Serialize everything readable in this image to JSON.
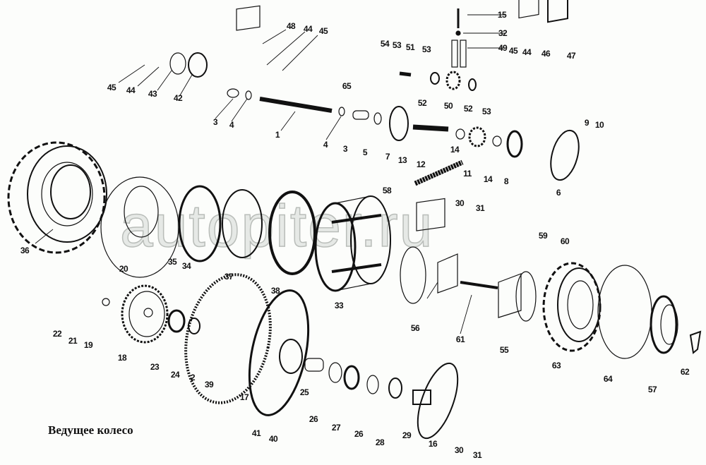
{
  "caption": "Ведущее колесо",
  "watermark": "autopiter.ru",
  "callouts": [
    {
      "id": "c15",
      "text": "15"
    },
    {
      "id": "c32",
      "text": "32"
    },
    {
      "id": "c49",
      "text": "49"
    },
    {
      "id": "c48",
      "text": "48"
    },
    {
      "id": "c44a",
      "text": "44"
    },
    {
      "id": "c45a",
      "text": "45"
    },
    {
      "id": "c54",
      "text": "54"
    },
    {
      "id": "c53a",
      "text": "53"
    },
    {
      "id": "c51",
      "text": "51"
    },
    {
      "id": "c53b",
      "text": "53"
    },
    {
      "id": "c45b",
      "text": "45"
    },
    {
      "id": "c44b",
      "text": "44"
    },
    {
      "id": "c46",
      "text": "46"
    },
    {
      "id": "c47",
      "text": "47"
    },
    {
      "id": "c45c",
      "text": "45"
    },
    {
      "id": "c44c",
      "text": "44"
    },
    {
      "id": "c43",
      "text": "43"
    },
    {
      "id": "c42",
      "text": "42"
    },
    {
      "id": "c65",
      "text": "65"
    },
    {
      "id": "c52a",
      "text": "52"
    },
    {
      "id": "c50",
      "text": "50"
    },
    {
      "id": "c52b",
      "text": "52"
    },
    {
      "id": "c53c",
      "text": "53"
    },
    {
      "id": "c3a",
      "text": "3"
    },
    {
      "id": "c4a",
      "text": "4"
    },
    {
      "id": "c1",
      "text": "1"
    },
    {
      "id": "c4b",
      "text": "4"
    },
    {
      "id": "c3b",
      "text": "3"
    },
    {
      "id": "c5",
      "text": "5"
    },
    {
      "id": "c7",
      "text": "7"
    },
    {
      "id": "c13",
      "text": "13"
    },
    {
      "id": "c14a",
      "text": "14"
    },
    {
      "id": "c11",
      "text": "11"
    },
    {
      "id": "c14b",
      "text": "14"
    },
    {
      "id": "c8",
      "text": "8"
    },
    {
      "id": "c9",
      "text": "9"
    },
    {
      "id": "c10",
      "text": "10"
    },
    {
      "id": "c6",
      "text": "6"
    },
    {
      "id": "c12",
      "text": "12"
    },
    {
      "id": "c36",
      "text": "36"
    },
    {
      "id": "c35",
      "text": "35"
    },
    {
      "id": "c34",
      "text": "34"
    },
    {
      "id": "c37",
      "text": "37"
    },
    {
      "id": "c38",
      "text": "38"
    },
    {
      "id": "c33",
      "text": "33"
    },
    {
      "id": "c20",
      "text": "20"
    },
    {
      "id": "c58",
      "text": "58"
    },
    {
      "id": "c30a",
      "text": "30"
    },
    {
      "id": "c31a",
      "text": "31"
    },
    {
      "id": "c59",
      "text": "59"
    },
    {
      "id": "c60",
      "text": "60"
    },
    {
      "id": "c56",
      "text": "56"
    },
    {
      "id": "c61",
      "text": "61"
    },
    {
      "id": "c55",
      "text": "55"
    },
    {
      "id": "c63",
      "text": "63"
    },
    {
      "id": "c64",
      "text": "64"
    },
    {
      "id": "c57",
      "text": "57"
    },
    {
      "id": "c62",
      "text": "62"
    },
    {
      "id": "c22",
      "text": "22"
    },
    {
      "id": "c21",
      "text": "21"
    },
    {
      "id": "c19",
      "text": "19"
    },
    {
      "id": "c18",
      "text": "18"
    },
    {
      "id": "c23",
      "text": "23"
    },
    {
      "id": "c24",
      "text": "24"
    },
    {
      "id": "c2",
      "text": "2"
    },
    {
      "id": "c39",
      "text": "39"
    },
    {
      "id": "c17",
      "text": "17"
    },
    {
      "id": "c25",
      "text": "25"
    },
    {
      "id": "c26a",
      "text": "26"
    },
    {
      "id": "c27",
      "text": "27"
    },
    {
      "id": "c26b",
      "text": "26"
    },
    {
      "id": "c28",
      "text": "28"
    },
    {
      "id": "c29",
      "text": "29"
    },
    {
      "id": "c16",
      "text": "16"
    },
    {
      "id": "c30b",
      "text": "30"
    },
    {
      "id": "c31b",
      "text": "31"
    },
    {
      "id": "c41",
      "text": "41"
    },
    {
      "id": "c40",
      "text": "40"
    }
  ]
}
